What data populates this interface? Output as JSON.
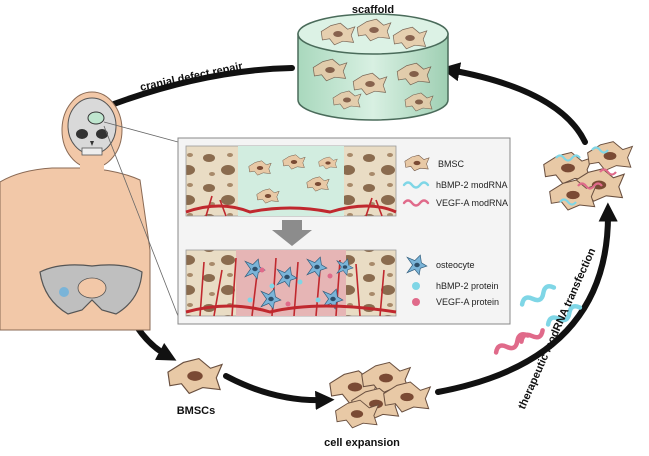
{
  "labels": {
    "scaffold": "scaffold",
    "cranial_defect_repair": "cranial defect repair",
    "bmscs": "BMSCs",
    "cell_expansion": "cell expansion",
    "transfection": "therapeutic modRNA transfection"
  },
  "legend_top": {
    "bmsc": "BMSC",
    "hbmp2_modrna": "hBMP-2 modRNA",
    "vegfa_modrna": "VEGF-A modRNA"
  },
  "legend_bottom": {
    "osteocyte": "osteocyte",
    "hbmp2_protein": "hBMP-2 protein",
    "vegfa_protein": "VEGF-A protein"
  },
  "colors": {
    "cell": "#e8c9a6",
    "nucleus": "#7a4a34",
    "scaffold": "#cdebd9",
    "bone": "#dcc7a6",
    "vessel": "#c0282e",
    "hbmp2": "#7fd6e6",
    "vegfa": "#e06a8a",
    "osteocyte": "#7ab4d8",
    "arrow": "#111111"
  }
}
